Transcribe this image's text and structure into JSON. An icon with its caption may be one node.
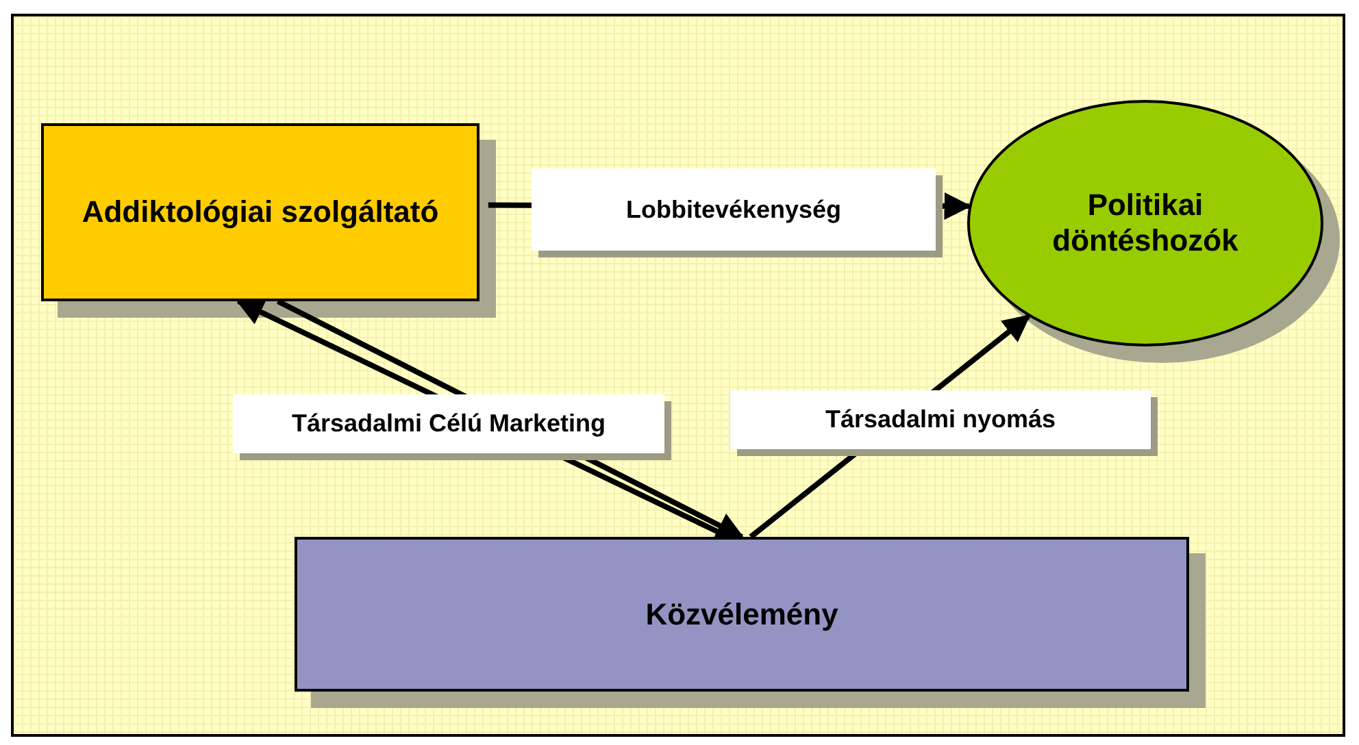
{
  "diagram": {
    "nodes": [
      {
        "text": [
          "Addiktológiai szolgáltató"
        ]
      },
      {
        "text": [
          "Politikai döntéshozók"
        ]
      },
      {
        "text": [
          "Közvélemény"
        ]
      }
    ],
    "edges": [
      {
        "from": 0,
        "to": 1,
        "arrow": "to",
        "label": "Lobbitevékenység"
      },
      {
        "from": 0,
        "to": 2,
        "arrow": "to",
        "label": "Társadalmi Célú Marketing"
      },
      {
        "from": 2,
        "to": 0,
        "arrow": "to"
      },
      {
        "from": 2,
        "to": 1,
        "arrow": "to",
        "label": "Társadalmi nyomás"
      }
    ]
  }
}
